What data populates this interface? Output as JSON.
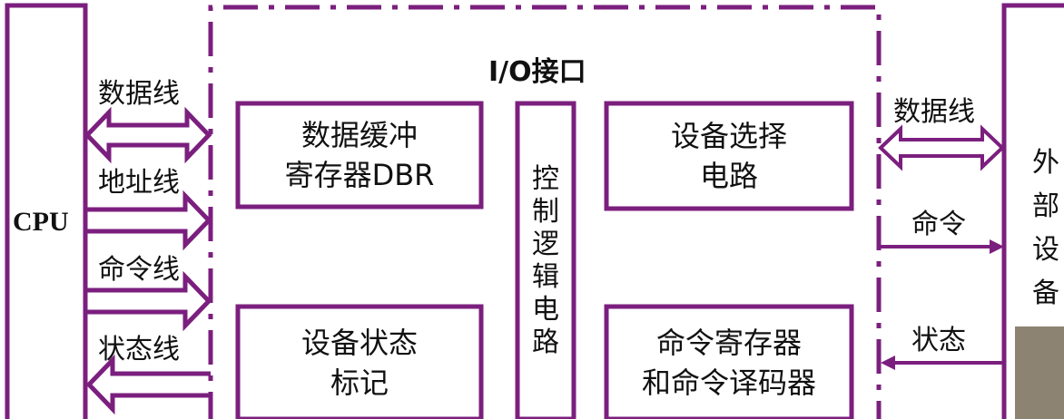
{
  "cpu": {
    "label": "CPU"
  },
  "interface": {
    "title": "I/O接口"
  },
  "cpu_buses": {
    "data": "数据线",
    "address": "地址线",
    "command": "命令线",
    "status": "状态线"
  },
  "blocks": {
    "dbr_line1": "数据缓冲",
    "dbr_line2": "寄存器DBR",
    "device_status_line1": "设备状态",
    "device_status_line2": "标记",
    "control_logic": [
      "控",
      "制",
      "逻",
      "辑",
      "电",
      "路"
    ],
    "device_select_line1": "设备选择",
    "device_select_line2": "电路",
    "command_reg_line1": "命令寄存器",
    "command_reg_line2": "和命令译码器"
  },
  "device_links": {
    "data": "数据线",
    "command": "命令",
    "status": "状态"
  },
  "external_device": [
    "外",
    "部",
    "设",
    "备"
  ],
  "colors": {
    "line": "#7B1F7E",
    "text": "#111111",
    "background": "#ffffff",
    "photo_patch": "#8c8372"
  }
}
